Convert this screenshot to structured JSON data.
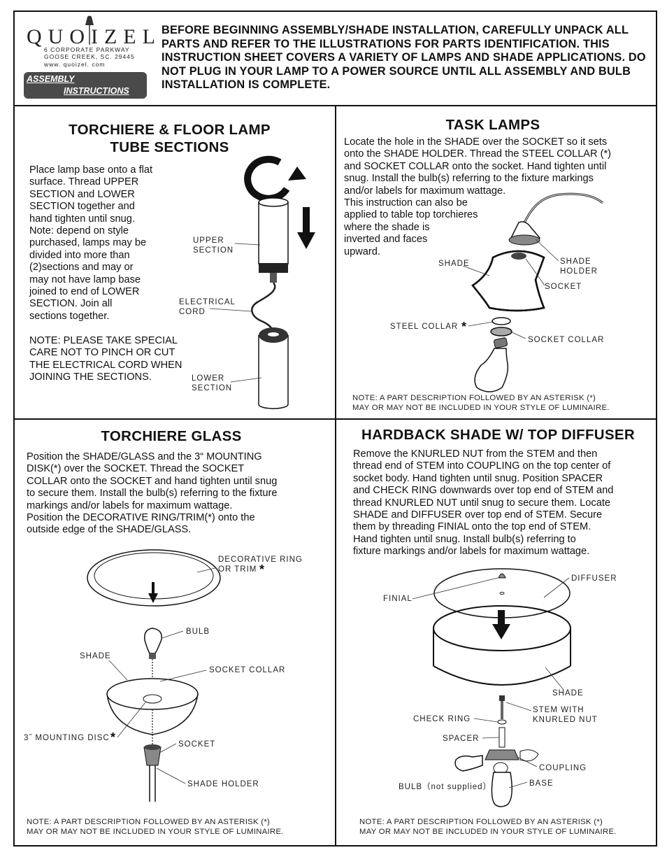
{
  "header": {
    "logo": "QUOIZEL",
    "address": [
      "6 CORPORATE PARKWAY",
      "GOOSE CREEK, SC. 29445",
      "www. quoizel. com"
    ],
    "badge": {
      "line1": "ASSEMBLY",
      "line2": "INSTRUCTIONS"
    },
    "intro": "BEFORE BEGINNING ASSEMBLY/SHADE INSTALLATION, CAREFULLY UNPACK ALL PARTS AND REFER TO THE ILLUSTRATIONS FOR PARTS IDENTIFICATION. THIS INSTRUCTION SHEET COVERS A VARIETY OF LAMPS AND SHADE APPLICATIONS.  DO NOT PLUG IN YOUR LAMP TO A POWER SOURCE UNTIL ALL ASSEMBLY AND BULB INSTALLATION IS COMPLETE."
  },
  "torchiere_floor": {
    "title_line1": "TORCHIERE & FLOOR LAMP",
    "title_line2": "TUBE SECTIONS",
    "body_lines": [
      "Place lamp base onto a flat",
      "surface. Thread UPPER",
      "SECTION and LOWER",
      "SECTION together and",
      "hand tighten until snug.",
      "Note: depend on style",
      "purchased, lamps may be",
      "divided into more than",
      "(2)sections and may or",
      "may not have lamp base",
      "joined to end of LOWER",
      "SECTION. Join all",
      "sections together."
    ],
    "note_lines": [
      "NOTE: PLEASE TAKE SPECIAL",
      "CARE NOT TO PINCH OR CUT",
      "THE ELECTRICAL CORD WHEN",
      "JOINING THE SECTIONS."
    ],
    "labels": {
      "upper": [
        "UPPER",
        "SECTION"
      ],
      "cord": [
        "ELECTRICAL",
        "CORD"
      ],
      "lower": [
        "LOWER",
        "SECTION"
      ]
    }
  },
  "task_lamps": {
    "title": "TASK LAMPS",
    "body_lines": [
      "Locate the hole in the SHADE over the SOCKET so it sets",
      "onto the SHADE HOLDER.  Thread the STEEL COLLAR (*)",
      "and SOCKET COLLAR onto the socket.  Hand tighten until",
      "snug.  Install the bulb(s) referring to the fixture markings",
      "and/or labels for maximum wattage.",
      "This instruction can also be",
      "applied to table top torchieres",
      "where the shade is",
      "inverted and faces",
      "upward."
    ],
    "labels": {
      "shade": "SHADE",
      "shade_holder": [
        "SHADE",
        "HOLDER"
      ],
      "socket": "SOCKET",
      "steel_collar": "STEEL COLLAR",
      "socket_collar": "SOCKET  COLLAR"
    },
    "asterisk": "*",
    "note_lines": [
      "NOTE: A PART DESCRIPTION FOLLOWED BY AN ASTERISK (*)",
      "MAY OR MAY NOT BE INCLUDED IN YOUR STYLE OF LUMINAIRE."
    ]
  },
  "torchiere_glass": {
    "title": "TORCHIERE GLASS",
    "body_lines": [
      "Position the SHADE/GLASS and the 3“ MOUNTING",
      "DISK(*)  over the SOCKET.  Thread the SOCKET",
      "COLLAR onto the SOCKET and hand tighten until snug",
      "to secure them. Install the bulb(s) referring to the fixture",
      "markings and/or labels for maximum wattage.",
      "Position the DECORATIVE RING/TRIM(*) onto the",
      "outside edge of the SHADE/GLASS."
    ],
    "labels": {
      "ring": [
        "DECORATIVE  RING",
        "OR TRIM"
      ],
      "bulb": "BULB",
      "shade": "SHADE",
      "socket_collar": "SOCKET  COLLAR",
      "disc": "3˝  MOUNTING  DISC",
      "socket": "SOCKET",
      "shade_holder": "SHADE  HOLDER"
    },
    "asterisk": "*",
    "note_lines": [
      "NOTE: A PART DESCRIPTION FOLLOWED BY AN ASTERISK (*)",
      "MAY OR MAY NOT BE INCLUDED IN YOUR STYLE OF LUMINAIRE."
    ]
  },
  "hardback": {
    "title": "HARDBACK SHADE W/ TOP DIFFUSER",
    "body_lines": [
      "Remove the KNURLED NUT from the STEM and then",
      "thread end of STEM into COUPLING on the top center of",
      "socket body. Hand tighten until snug. Position SPACER",
      "and CHECK RING downwards over top end of STEM and",
      "thread KNURLED NUT until snug to secure them. Locate",
      "SHADE and DIFFUSER over top end of STEM. Secure",
      "them by threading FINIAL onto the top end of STEM.",
      "Hand tighten until snug.  Install bulb(s) referring to",
      "fixture markings and/or labels for maximum wattage."
    ],
    "labels": {
      "diffuser": "DIFFUSER",
      "finial": "FINIAL",
      "shade": "SHADE",
      "stem": [
        "STEM  WITH",
        "KNURLED NUT"
      ],
      "check_ring": "CHECK  RING",
      "spacer": "SPACER",
      "coupling": "COUPLING",
      "base": "BASE",
      "bulb": "BULB（not  supplied）"
    },
    "note_lines": [
      "NOTE: A PART DESCRIPTION FOLLOWED BY AN ASTERISK (*)",
      "MAY OR MAY NOT BE INCLUDED IN YOUR STYLE OF LUMINAIRE."
    ]
  }
}
